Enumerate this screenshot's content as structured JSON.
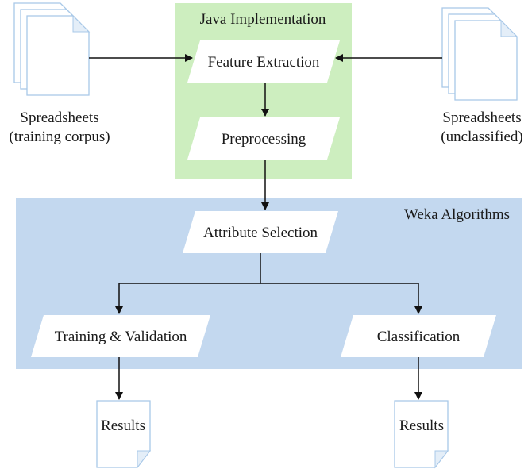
{
  "colors": {
    "java_region": "#cdeebf",
    "weka_region": "#c3d8ef",
    "process_fill": "#ffffff",
    "document_stroke": "#a8c8e8",
    "edge": "#111111"
  },
  "regions": {
    "java": {
      "title": "Java Implementation"
    },
    "weka": {
      "title": "Weka Algorithms"
    }
  },
  "inputs": {
    "training": {
      "line1": "Spreadsheets",
      "line2": "(training corpus)",
      "icon": "document-stack-icon"
    },
    "unclassified": {
      "line1": "Spreadsheets",
      "line2": "(unclassified)",
      "icon": "document-stack-icon"
    }
  },
  "steps": {
    "feature_extraction": "Feature Extraction",
    "preprocessing": "Preprocessing",
    "attribute_selection": "Attribute Selection",
    "training_validation": "Training & Validation",
    "classification": "Classification"
  },
  "outputs": {
    "results_left": {
      "label": "Results",
      "icon": "document-icon"
    },
    "results_right": {
      "label": "Results",
      "icon": "document-icon"
    }
  }
}
